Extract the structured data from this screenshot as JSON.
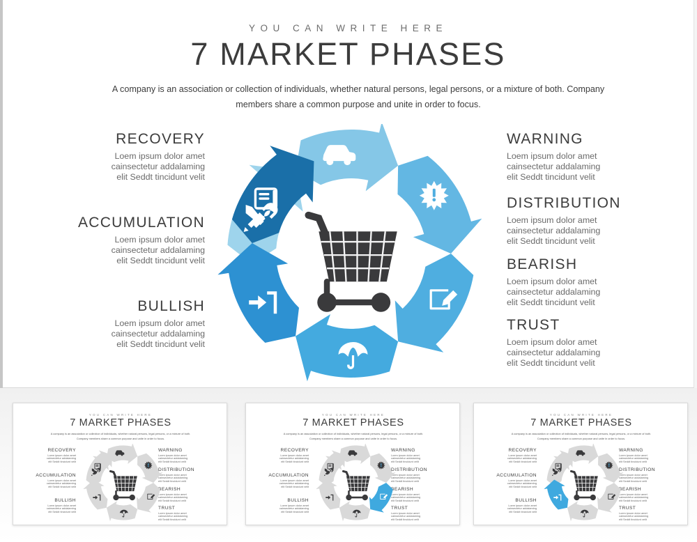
{
  "slide": {
    "eyebrow": "YOU CAN WRITE HERE",
    "title": "7 MARKET PHASES",
    "subtitle": "A company is an association or collection of individuals, whether natural persons, legal persons, or a mixture of both. Company members share a common purpose and unite in order to focus.",
    "body_text": "Loem ipsum dolor amet cainsectetur addalaming elit Seddt tincidunt velit",
    "body_lines": [
      "Loem ipsum dolor amet",
      "cainsectetur  addalaming",
      "elit Seddt tincidunt  velit"
    ]
  },
  "phases_left": [
    {
      "heading": "RECOVERY",
      "icon": "tools-icon"
    },
    {
      "heading": "ACCUMULATION",
      "icon": "book-icon"
    },
    {
      "heading": "BULLISH",
      "icon": "login-icon"
    }
  ],
  "phases_right": [
    {
      "heading": "WARNING",
      "icon": "car-icon"
    },
    {
      "heading": "DISTRIBUTION",
      "icon": "alert-burst-icon"
    },
    {
      "heading": "BEARISH",
      "icon": "edit-icon"
    },
    {
      "heading": "TRUST",
      "icon": "umbrella-icon"
    }
  ],
  "diagram": {
    "center_icon": "shopping-cart-icon",
    "segments": [
      {
        "name": "recovery",
        "icon": "tools-icon",
        "color": "#9ED4EC",
        "start_deg": -97,
        "end_deg": -36
      },
      {
        "name": "warning",
        "icon": "car-icon",
        "color": "#83C5E6",
        "start_deg": -33,
        "end_deg": 28
      },
      {
        "name": "distribution",
        "icon": "alert-burst-icon",
        "color": "#66B6E2",
        "start_deg": 31,
        "end_deg": 92
      },
      {
        "name": "bearish",
        "icon": "edit-icon",
        "color": "#4FAEE0",
        "start_deg": 95,
        "end_deg": 156
      },
      {
        "name": "trust",
        "icon": "umbrella-icon",
        "color": "#3FA9DF",
        "start_deg": 159,
        "end_deg": 220
      },
      {
        "name": "bullish",
        "icon": "login-icon",
        "color": "#2D91D2",
        "start_deg": 223,
        "end_deg": 284
      },
      {
        "name": "accumulation",
        "icon": "book-icon",
        "color": "#1A6FA8",
        "start_deg": 187,
        "end_deg": 263
      }
    ],
    "colors": {
      "lightest": "#9ED4EC",
      "darkest": "#1A6FA8",
      "accent": "#3FA9DF",
      "cart": "#3A3A3C"
    }
  },
  "thumbnails": [
    {
      "label": "slide-variant-all-gray",
      "highlight": "none"
    },
    {
      "label": "slide-variant-bearish-accent",
      "highlight": "bearish"
    },
    {
      "label": "slide-variant-bullish-accent",
      "highlight": "bullish"
    }
  ]
}
